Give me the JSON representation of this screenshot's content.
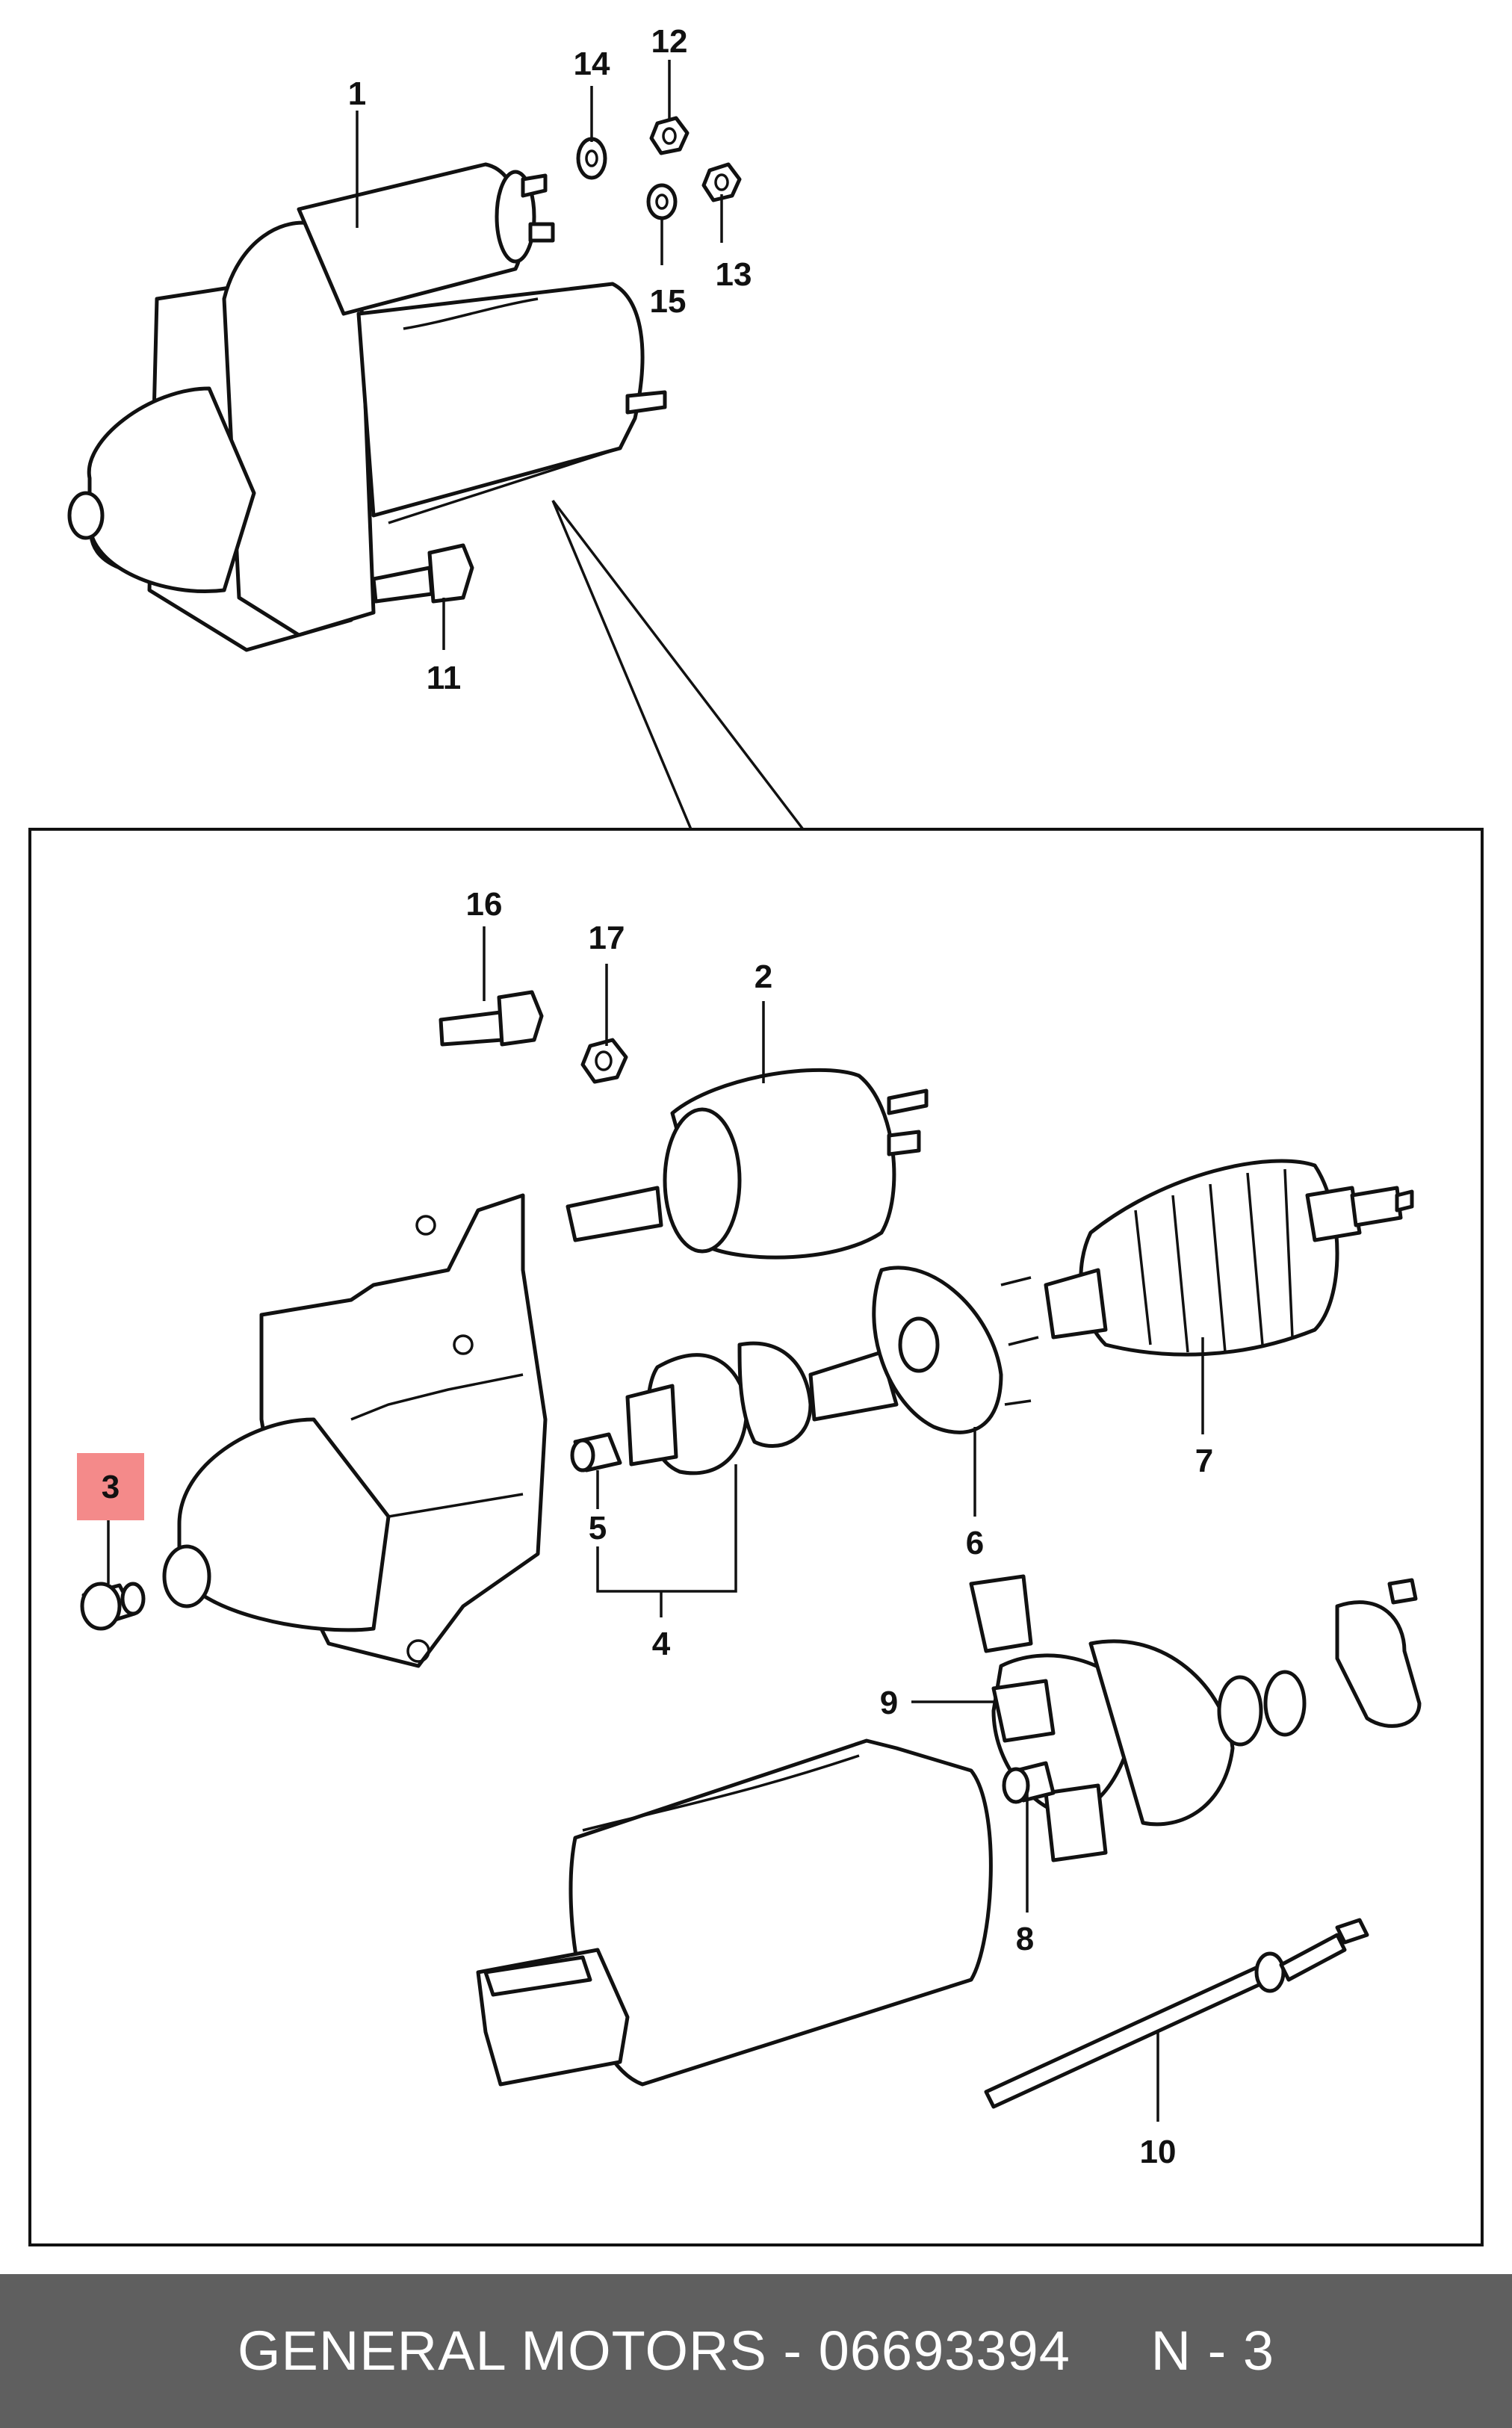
{
  "labels": {
    "p1": "1",
    "p2": "2",
    "p3": "3",
    "p4": "4",
    "p5": "5",
    "p6": "6",
    "p7": "7",
    "p8": "8",
    "p9": "9",
    "p10": "10",
    "p11": "11",
    "p12": "12",
    "p13": "13",
    "p14": "14",
    "p15": "15",
    "p16": "16",
    "p17": "17"
  },
  "highlight": {
    "part": "3",
    "color": "#f48a8a"
  },
  "footer": {
    "text": "GENERAL MOTORS - 06693394     N - 3"
  }
}
